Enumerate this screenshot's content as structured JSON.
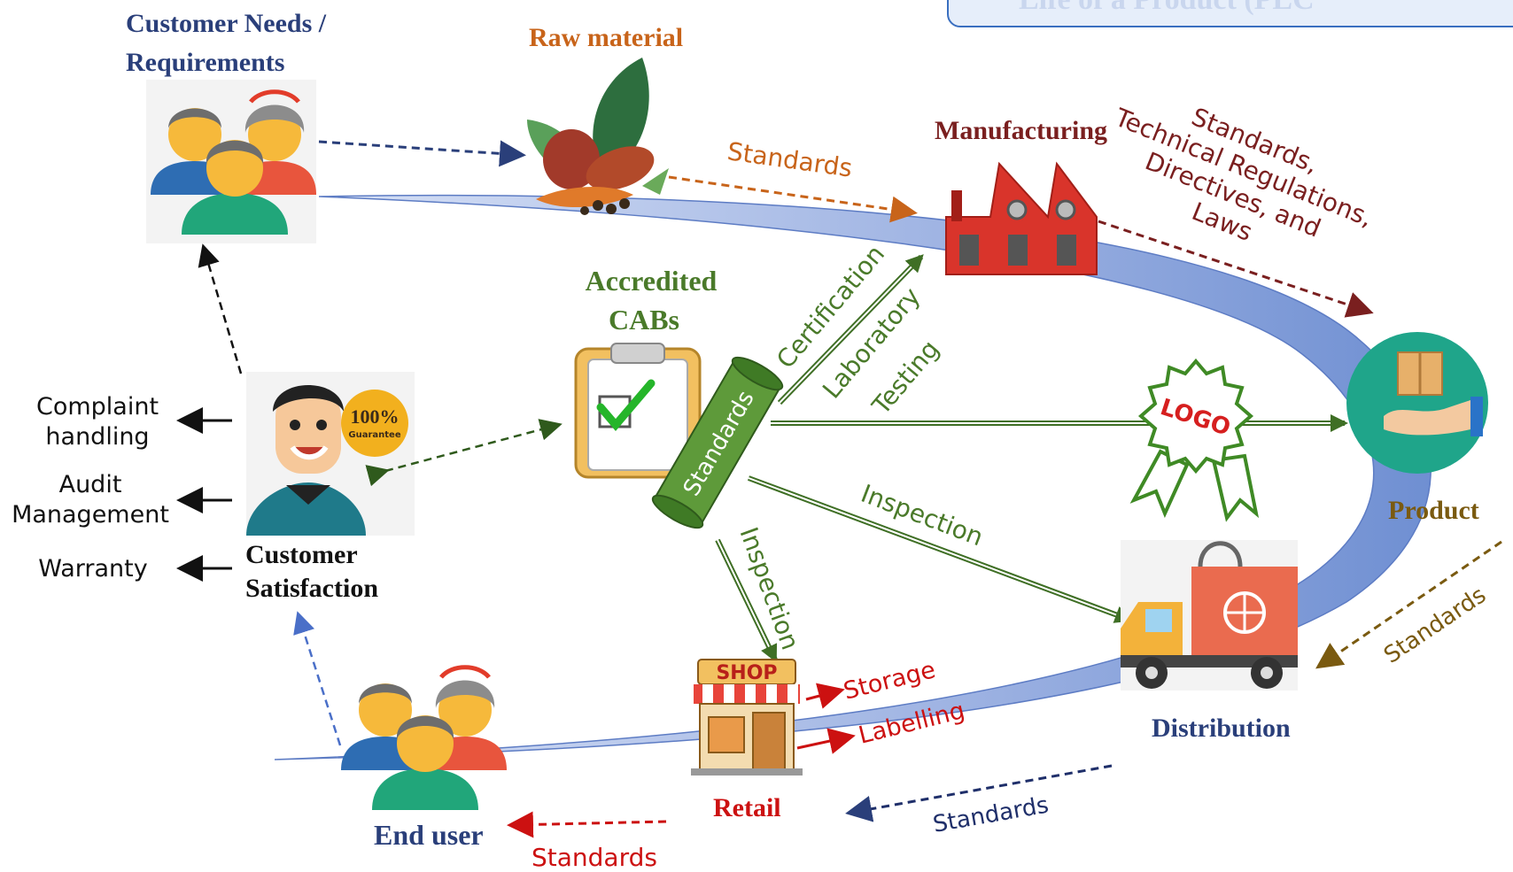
{
  "title_partial": "Life of a Product (PLC",
  "nodes": {
    "customer_needs": "Customer Needs /",
    "customer_needs_line2": "Requirements",
    "raw_material": "Raw material",
    "manufacturing": "Manufacturing",
    "accredited": "Accredited",
    "cabs": "CABs",
    "product": "Product",
    "distribution": "Distribution",
    "retail": "Retail",
    "end_user": "End user",
    "customer_satisfaction": "Customer",
    "customer_satisfaction_line2": "Satisfaction"
  },
  "flows": {
    "standards_raw_to_mfg": "Standards",
    "std_regs_1": "Standards,",
    "std_regs_2": "Technical Regulations,",
    "std_regs_3": "Directives, and",
    "std_regs_4": "Laws",
    "certification": "Certification",
    "laboratory": "Laboratory",
    "testing": "Testing",
    "scroll_label": "Standards",
    "inspection_right": "Inspection",
    "inspection_down": "Inspection",
    "standards_product_to_dist": "Standards",
    "standards_dist_to_retail": "Standards",
    "standards_retail_to_user": "Standards",
    "storage": "Storage",
    "labelling": "Labelling"
  },
  "icons": {
    "logo_text": "LOGO",
    "shop_sign": "SHOP",
    "guarantee_big": "100%",
    "guarantee_small": "Guarantee"
  },
  "satisfaction_items": [
    {
      "line1": "Complaint",
      "line2": "handling"
    },
    {
      "line1": "Audit",
      "line2": "Management"
    },
    {
      "line1": "Warranty",
      "line2": ""
    }
  ],
  "colors": {
    "navy": "#2a3f7a",
    "orange": "#c8641a",
    "maroon": "#7a1f1f",
    "green": "#4a7a2a",
    "olive": "#7a5a10",
    "red": "#cc1111",
    "band": "#9bb0e0"
  }
}
